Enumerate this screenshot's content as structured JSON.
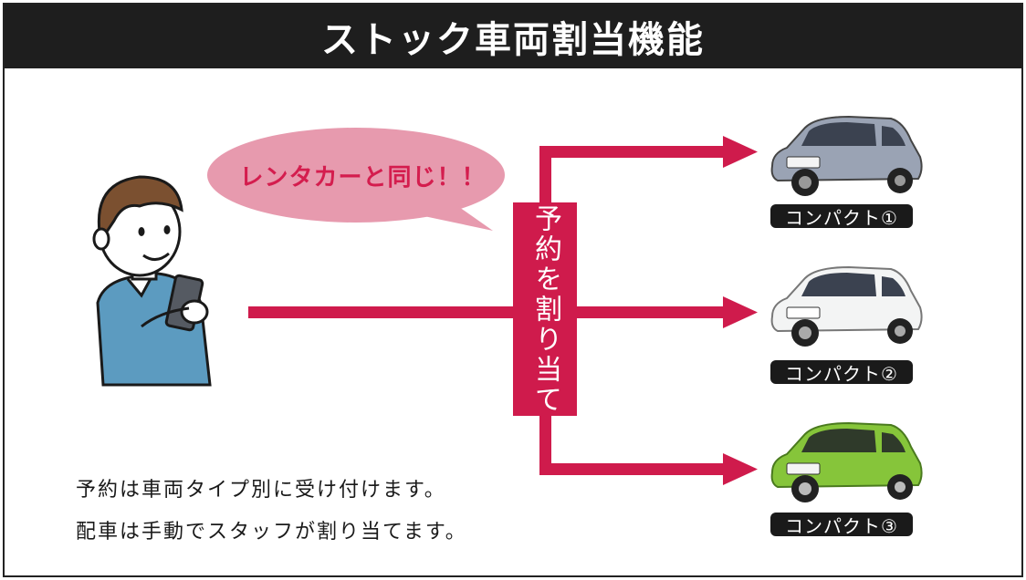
{
  "title": "ストック車両割当機能",
  "speech_bubble": "レンタカーと同じ！！",
  "assign_label": "予約を割り当て",
  "cars": [
    {
      "label": "コンパクト①",
      "color": "#9aa3b4"
    },
    {
      "label": "コンパクト②",
      "color": "#f3f4f4"
    },
    {
      "label": "コンパクト③",
      "color": "#86c53a"
    }
  ],
  "description": [
    "予約は車両タイプ別に受け付けます。",
    "配車は手動でスタッフが割り当てます。"
  ],
  "colors": {
    "accent": "#cf1b4c",
    "bubble": "#e79aae",
    "header": "#1e1e1e"
  }
}
